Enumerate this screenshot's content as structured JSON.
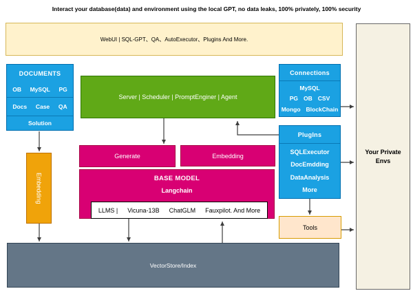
{
  "title": "Interact your database(data) and environment using the local GPT, no data leaks, 100% privately, 100% security",
  "banner": {
    "label": "WebUI | SQL-GPT、QA、AutoExecutor、Plugins And More."
  },
  "documents": {
    "header": "DOCUMENTS",
    "row1": [
      "OB",
      "MySQL",
      "PG"
    ],
    "row2": [
      "Docs",
      "Case",
      "QA"
    ],
    "row3": "Solution"
  },
  "server_bar": {
    "label": "Server | Scheduler  |  PromptEnginer   |  Agent"
  },
  "connections": {
    "header": "Connections",
    "line1": "MySQL",
    "line2": [
      "PG",
      "OB",
      "CSV"
    ],
    "line3": [
      "Mongo",
      "BlockChain"
    ]
  },
  "plugins": {
    "header": "PlugIns",
    "items": [
      "SQLExecutor",
      "DocEmdding",
      "DataAnalysis",
      "More"
    ]
  },
  "tools": {
    "label": "Tools"
  },
  "embedding_pipeline": {
    "label": "Embedding"
  },
  "generate": {
    "label": "Generate"
  },
  "embedding_model": {
    "label": "Embedding"
  },
  "base_model": {
    "title": "BASE MODEL",
    "subtitle": "Langchain",
    "models": [
      "LLMS |",
      "Vicuna-13B",
      "ChatGLM",
      "Fauxpilot. And More"
    ]
  },
  "vector_store": {
    "label": "VectorStore/Index"
  },
  "private_envs": {
    "line1": "Your Private",
    "line2": "Envs"
  },
  "colors": {
    "blue": "#1BA1E2",
    "blue_stroke": "#006EAF",
    "green": "#60A917",
    "green_stroke": "#2D7600",
    "pink": "#D80073",
    "pink_stroke": "#A50040",
    "orange": "#F0A30A",
    "orange_stroke": "#BD7000",
    "gray": "#647687",
    "gray_stroke": "#314354",
    "banner_bg": "#FFF2CC",
    "banner_stroke": "#D6B656",
    "tools_bg": "#FFE6CC",
    "tools_stroke": "#D79B00",
    "envs_bg": "#F5F1E3",
    "arrow": "#3d3d3d"
  }
}
